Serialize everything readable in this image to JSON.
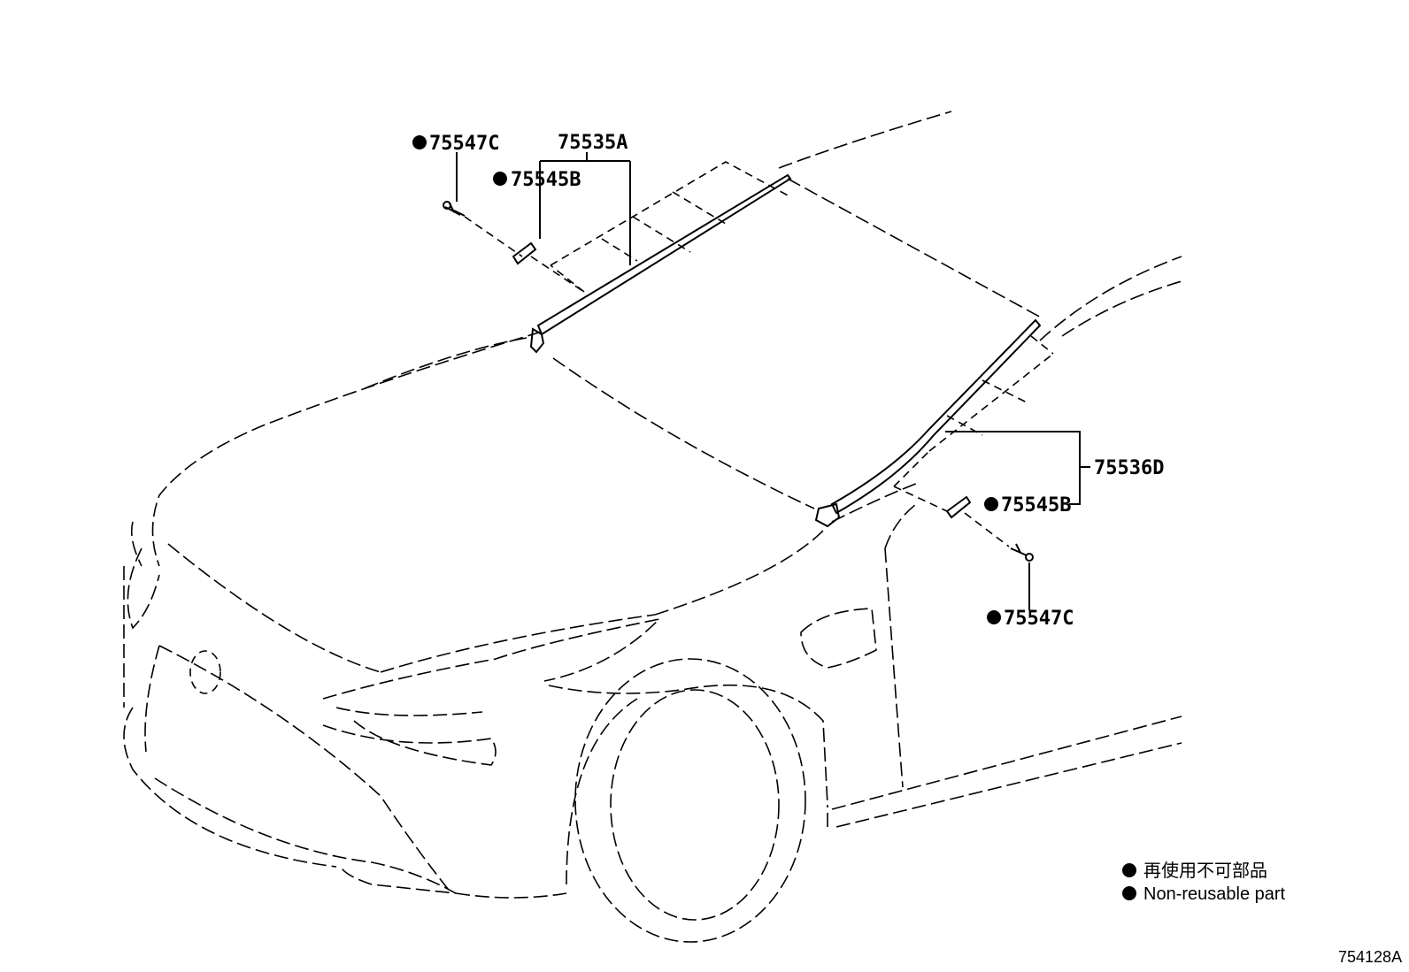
{
  "labels": {
    "part_75535A": "75535A",
    "part_75545B_left": "75545B",
    "part_75547C_left": "75547C",
    "part_75536D": "75536D",
    "part_75545B_right": "75545B",
    "part_75547C_right": "75547C"
  },
  "legend": {
    "line_jp": "再使用不可部品",
    "line_en": "Non-reusable part"
  },
  "diagram_code": "754128A"
}
